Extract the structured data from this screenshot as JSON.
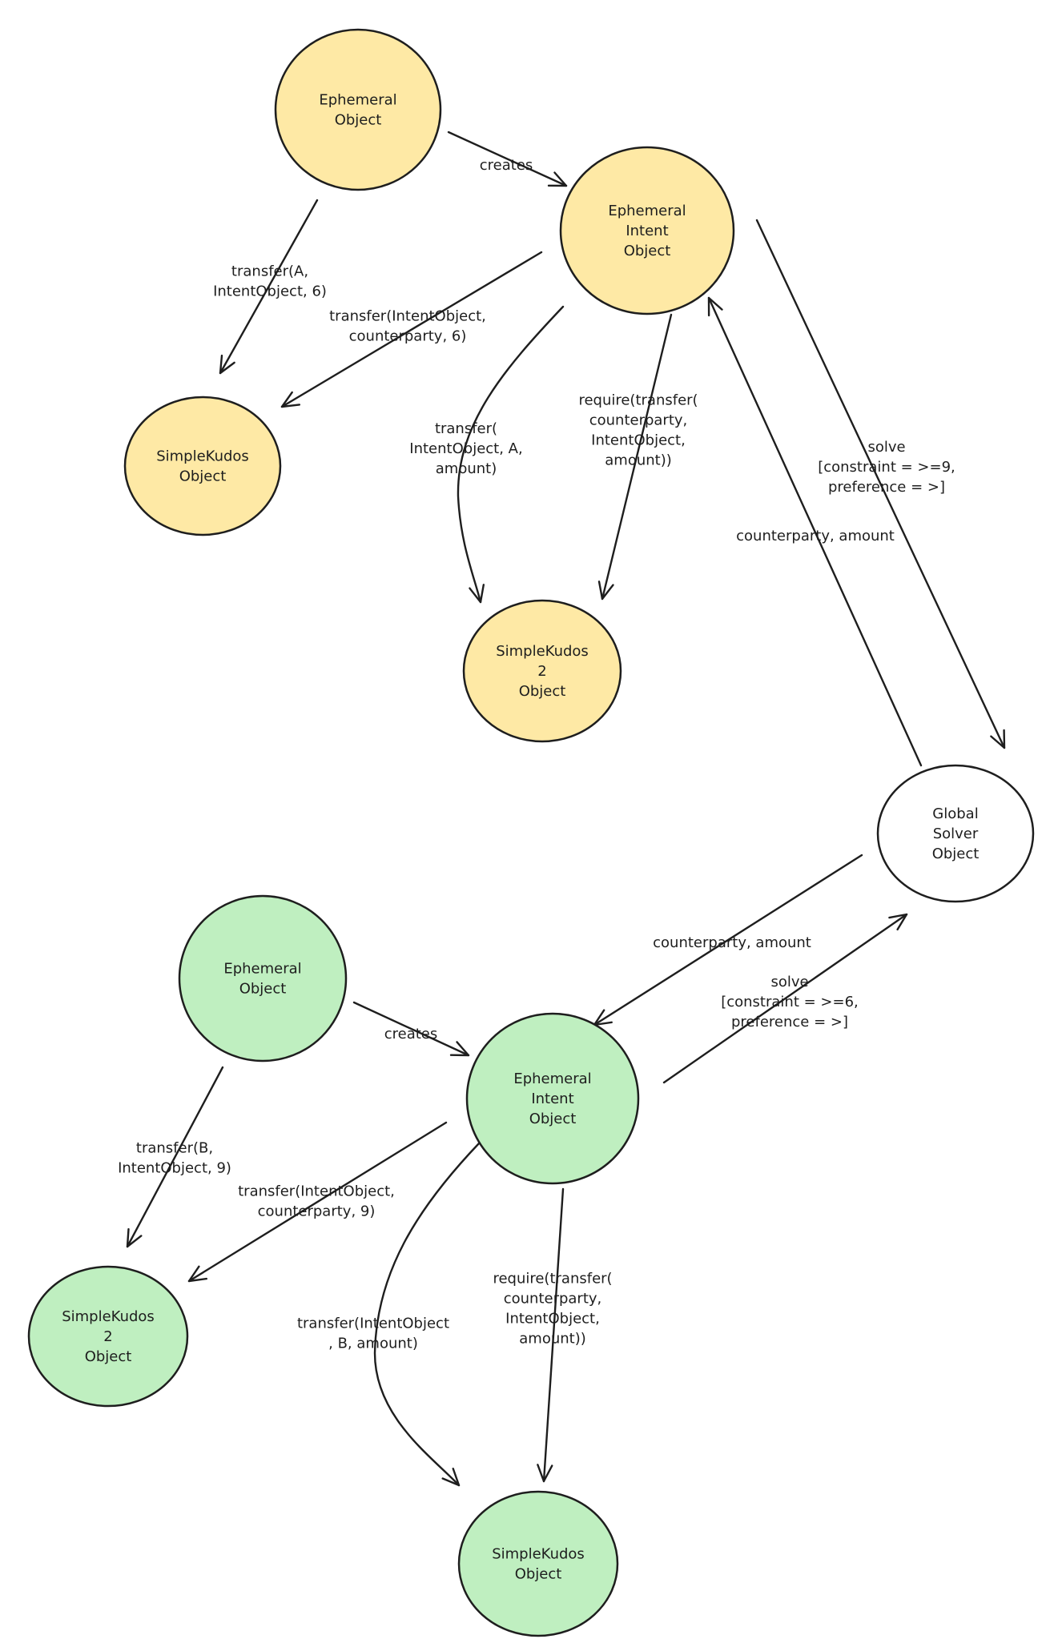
{
  "colors": {
    "yellow": "#fee9a5",
    "green": "#bfefc0",
    "white": "#ffffff",
    "stroke": "#1e1e1e"
  },
  "nodes": [
    {
      "id": "y-ephemeral",
      "lines": [
        "Ephemeral",
        "Object"
      ],
      "fill": "yellow"
    },
    {
      "id": "y-intent",
      "lines": [
        "Ephemeral",
        "Intent",
        "Object"
      ],
      "fill": "yellow"
    },
    {
      "id": "y-kudos",
      "lines": [
        "SimpleKudos",
        "Object"
      ],
      "fill": "yellow"
    },
    {
      "id": "y-kudos2",
      "lines": [
        "SimpleKudos",
        "2",
        "Object"
      ],
      "fill": "yellow"
    },
    {
      "id": "global-solver",
      "lines": [
        "Global",
        "Solver",
        "Object"
      ],
      "fill": "white"
    },
    {
      "id": "g-ephemeral",
      "lines": [
        "Ephemeral",
        "Object"
      ],
      "fill": "green"
    },
    {
      "id": "g-intent",
      "lines": [
        "Ephemeral",
        "Intent",
        "Object"
      ],
      "fill": "green"
    },
    {
      "id": "g-kudos2",
      "lines": [
        "SimpleKudos",
        "2",
        "Object"
      ],
      "fill": "green"
    },
    {
      "id": "g-kudos",
      "lines": [
        "SimpleKudos",
        "Object"
      ],
      "fill": "green"
    }
  ],
  "edges": [
    {
      "id": "y-creates",
      "label": [
        "creates"
      ]
    },
    {
      "id": "y-transfer-a",
      "label": [
        "transfer(A,",
        "IntentObject, 6)"
      ]
    },
    {
      "id": "y-transfer-intent",
      "label": [
        "transfer(IntentObject,",
        "counterparty, 6)"
      ]
    },
    {
      "id": "y-transfer-amount",
      "label": [
        "transfer(",
        "IntentObject, A,",
        "amount)"
      ]
    },
    {
      "id": "y-require",
      "label": [
        "require(transfer(",
        "counterparty,",
        "IntentObject,",
        "amount))"
      ]
    },
    {
      "id": "y-solve",
      "label": [
        "solve",
        "[constraint = >=9,",
        "preference = >]"
      ]
    },
    {
      "id": "y-return",
      "label": [
        "counterparty, amount"
      ]
    },
    {
      "id": "g-creates",
      "label": [
        "creates"
      ]
    },
    {
      "id": "g-transfer-b",
      "label": [
        "transfer(B,",
        "IntentObject, 9)"
      ]
    },
    {
      "id": "g-transfer-intent",
      "label": [
        "transfer(IntentObject,",
        "counterparty, 9)"
      ]
    },
    {
      "id": "g-transfer-amount",
      "label": [
        "transfer(IntentObject",
        ", B, amount)"
      ]
    },
    {
      "id": "g-require",
      "label": [
        "require(transfer(",
        "counterparty,",
        "IntentObject,",
        "amount))"
      ]
    },
    {
      "id": "g-return",
      "label": [
        "counterparty, amount"
      ]
    },
    {
      "id": "g-solve",
      "label": [
        "solve",
        "[constraint = >=6,",
        "preference = >]"
      ]
    }
  ]
}
